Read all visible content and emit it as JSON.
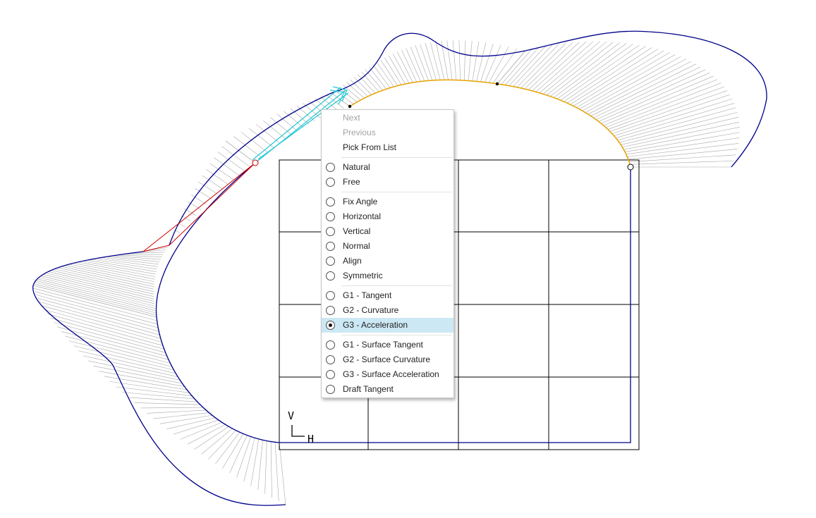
{
  "context_menu": {
    "nav_items": [
      {
        "label": "Next",
        "enabled": false
      },
      {
        "label": "Previous",
        "enabled": false
      },
      {
        "label": "Pick From List",
        "enabled": true
      }
    ],
    "groups": [
      [
        "Natural",
        "Free"
      ],
      [
        "Fix Angle",
        "Horizontal",
        "Vertical",
        "Normal",
        "Align",
        "Symmetric"
      ],
      [
        "G1 - Tangent",
        "G2 - Curvature",
        "G3 - Acceleration"
      ],
      [
        "G1 - Surface Tangent",
        "G2 - Surface Curvature",
        "G3 - Surface Acceleration",
        "Draft Tangent"
      ]
    ],
    "selected": "G3 - Acceleration"
  },
  "axis_labels": {
    "vertical": "V",
    "horizontal": "H"
  },
  "colors": {
    "spline": "#00008b",
    "active_segment": "#e6a200",
    "tangent_arrow": "#1fc7d4",
    "radius_line": "#cc0000",
    "comb": "#a8a8a8",
    "grid": "#000000",
    "menu_highlight": "#cce8f4"
  }
}
